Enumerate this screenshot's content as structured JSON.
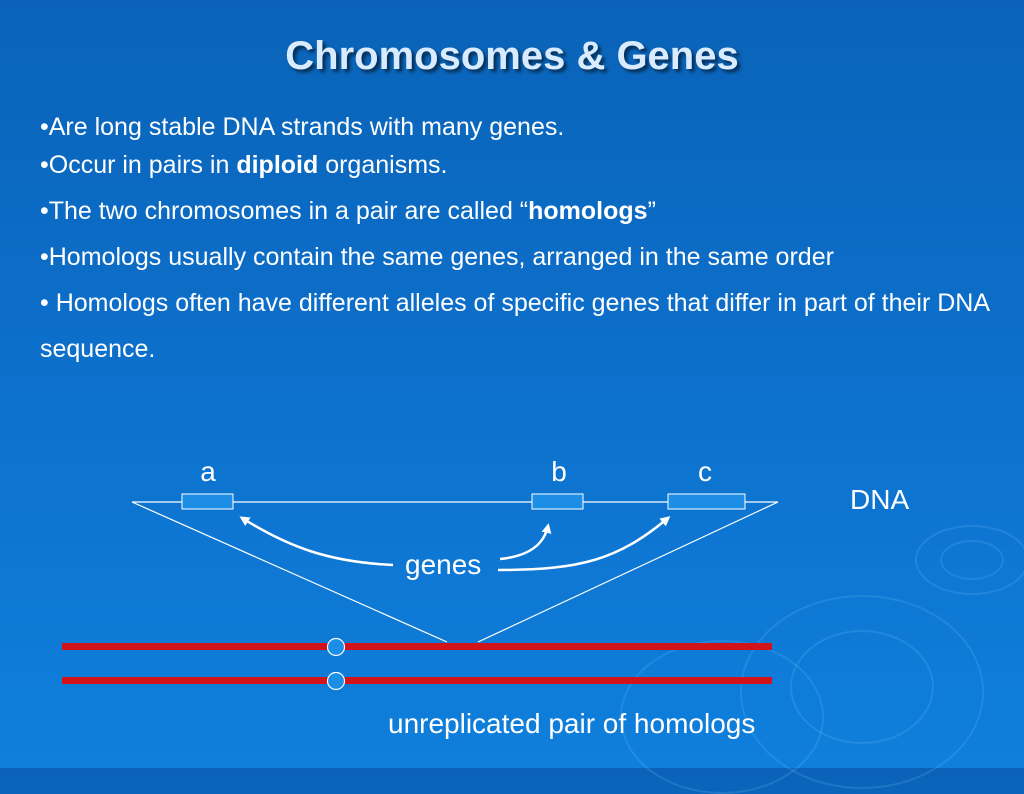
{
  "slide": {
    "title": "Chromosomes & Genes",
    "bullets": [
      {
        "pre": "•Are long stable DNA strands with many genes.",
        "bold": "",
        "post": ""
      },
      {
        "pre": "•Occur in pairs in ",
        "bold": "diploid",
        "post": " organisms."
      },
      {
        "pre": "•The two chromosomes in a pair are called “",
        "bold": "homologs",
        "post": "”"
      },
      {
        "pre": "•Homologs usually contain the same genes, arranged in the same order",
        "bold": "",
        "post": ""
      },
      {
        "pre": "• Homologs often have different alleles of specific genes that differ in part of their DNA sequence.",
        "bold": "",
        "post": ""
      }
    ]
  },
  "diagram": {
    "gene_labels": [
      "a",
      "b",
      "c"
    ],
    "dna_label": "DNA",
    "genes_label": "genes",
    "homologs_caption": "unreplicated pair of homologs",
    "colors": {
      "chromosome": "#d3131a",
      "gene_box": "#1d8ee6",
      "centromere": "#1d8ee6",
      "lines": "#ffffff"
    }
  }
}
